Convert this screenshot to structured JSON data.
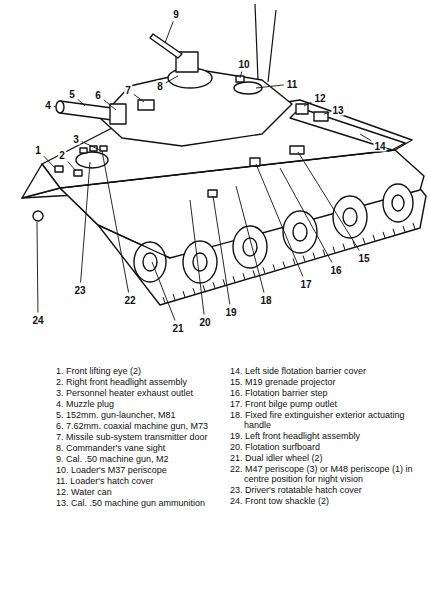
{
  "diagram": {
    "labels": [
      "1",
      "2",
      "3",
      "4",
      "5",
      "6",
      "7",
      "8",
      "9",
      "10",
      "11",
      "12",
      "13",
      "14",
      "15",
      "16",
      "17",
      "18",
      "19",
      "20",
      "21",
      "22",
      "23",
      "24",
      "1. Front lifting eye (2)",
      "2. Right front headlight assembly",
      "3. Personnel heater exhaust outlet",
      "4. Muzzle plug",
      "5. 152mm. gun-launcher, M81",
      "6. 7.62mm. coaxial machine gun, M73",
      "7. Missile sub-system transmitter door",
      "8. Commander's vane sight",
      "9. Cal. .50 machine gun, M2",
      "10. Loader's M37 periscope",
      "11. Loader's hatch cover",
      "12. Water can",
      "13. Cal. .50 machine gun ammunition",
      "14. Left side flotation barrier cover",
      "15. M19 grenade projector",
      "16. Flotation barrier step",
      "17. Front bilge pump outlet",
      "18. Fixed fire extinguisher exterior actuating handle",
      "19. Left front headlight assembly",
      "20. Flotation surfboard",
      "21. Dual idler wheel (2)",
      "22. M47 periscope (3) or M48 periscope (1) in centre position for night vision",
      "23. Driver's rotatable hatch cover",
      "24. Front tow shackle (2)"
    ]
  }
}
